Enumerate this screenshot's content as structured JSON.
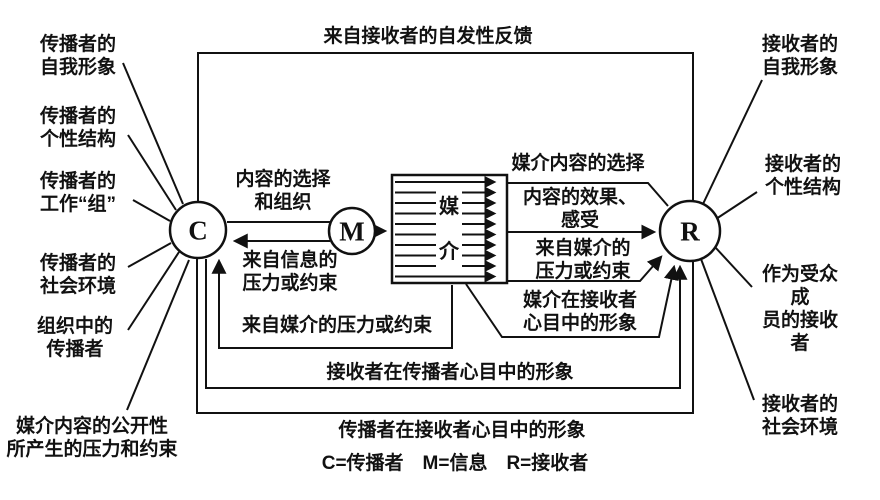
{
  "nodes": {
    "communicator": "C",
    "message": "M",
    "receiver": "R",
    "medium": "媒\n介"
  },
  "top": {
    "spontaneous_feedback": "来自接收者的自发性反馈"
  },
  "left": {
    "items": [
      "传播者的\n自我形象",
      "传播者的\n个性结构",
      "传播者的\n工作“组”",
      "传播者的\n社会环境",
      "组织中的\n传播者",
      "媒介内容的公开性\n所产生的压力和约束"
    ]
  },
  "right": {
    "items": [
      "接收者的\n自我形象",
      "接收者的\n个性结构",
      "作为受众成\n员的接收者",
      "接收者的\n社会环境"
    ]
  },
  "center": {
    "content_selection": "内容的选择\n和组织",
    "message_pressure": "来自信息的\n压力或约束",
    "media_pressure_on_communicator": "来自媒介的压力或约束",
    "media_content_selection": "媒介内容的选择",
    "content_effect": "内容的效果、\n感受",
    "media_pressure_on_receiver": "来自媒介的\n压力或约束",
    "media_image_in_receiver": "媒介在接收者\n心目中的形象",
    "receiver_image_in_communicator": "接收者在传播者心目中的形象"
  },
  "bottom": {
    "communicator_image_in_receiver": "传播者在接收者心目中的形象",
    "legend": "C=传播者　M=信息　R=接收者"
  },
  "colors": {
    "line": "#111111",
    "background": "#ffffff"
  }
}
